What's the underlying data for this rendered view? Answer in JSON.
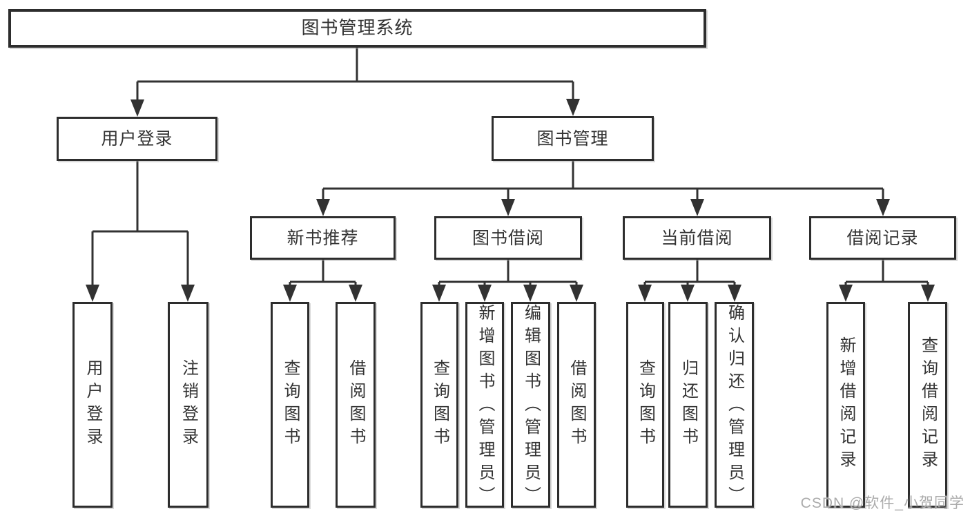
{
  "tree": {
    "root": {
      "label": "图书管理系统",
      "children": [
        {
          "label": "用户登录",
          "children": [
            {
              "label": "用户登录"
            },
            {
              "label": "注销登录"
            }
          ]
        },
        {
          "label": "图书管理",
          "children": [
            {
              "label": "新书推荐",
              "children": [
                {
                  "label": "查询图书"
                },
                {
                  "label": "借阅图书"
                }
              ]
            },
            {
              "label": "图书借阅",
              "children": [
                {
                  "label": "查询图书"
                },
                {
                  "label": "新增图书（管理员）"
                },
                {
                  "label": "编辑图书（管理员）"
                },
                {
                  "label": "借阅图书"
                }
              ]
            },
            {
              "label": "当前借阅",
              "children": [
                {
                  "label": "查询图书"
                },
                {
                  "label": "归还图书"
                },
                {
                  "label": "确认归还（管理员）"
                }
              ]
            },
            {
              "label": "借阅记录",
              "children": [
                {
                  "label": "新增借阅记录"
                },
                {
                  "label": "查询借阅记录"
                }
              ]
            }
          ]
        }
      ]
    }
  },
  "watermark": {
    "text": "CSDN @软件_小贺同学",
    "color": "#ababab"
  },
  "colors": {
    "line": "#323232",
    "box_border": "#2d2d2d",
    "box_fill": "#ffffff",
    "text": "#333333",
    "background": "#ffffff"
  }
}
